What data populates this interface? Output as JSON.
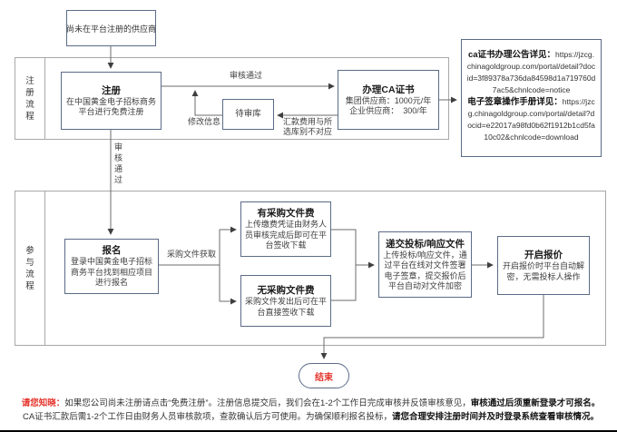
{
  "colors": {
    "accent_red": "#e5332a",
    "box_border": "#5b6b87",
    "section_border": "#a8a8a8",
    "connector_line": "#6b6b6b"
  },
  "start_node": {
    "label": "尚未在平台注册的供应商"
  },
  "section_register": {
    "label": "注册流程",
    "register_box": {
      "title": "注册",
      "body": "在中国黄金电子招标商务平台进行免费注册"
    },
    "audit_pass_label": "审核通过",
    "pending_store_box": {
      "title": "待审库"
    },
    "modify_info_label": "修改信息",
    "remit_mismatch_label": "汇款费用与所选库别不对应",
    "ca_cert_box": {
      "title": "办理CA证书",
      "group_price": "集团供应商：1000元/年",
      "company_price": "企业供应商：  300/年"
    }
  },
  "info_box": {
    "notice_title": "ca证书办理公告详见：",
    "notice_url": "https://jzcg.chinagoldgroup.com/portal/detail?docid=3f89378a736da84598d1a719760d7ac5&chnlcode=notice",
    "manual_title": "电子签章操作手册详见：",
    "manual_url": "https://jzcg.chinagoldgroup.com/portal/detail?docid=e22017a98fd0b62f1912b1cd5fa10c02&chnlcode=download"
  },
  "audit_pass_vertical_label": "审核通过",
  "section_participate": {
    "label": "参与流程",
    "signup_box": {
      "title": "报名",
      "body": "登录中国黄金电子招标商务平台找到相应项目进行报名"
    },
    "doc_fetch_label": "采购文件获取",
    "fee_box": {
      "title": "有采购文件费",
      "body": "上传缴费凭证由财务人员审核完成后即可在平台签收下载"
    },
    "no_fee_box": {
      "title": "无采购文件费",
      "body": "采购文件发出后可在平台直接签收下载"
    },
    "submit_box": {
      "title": "递交投标/响应文件",
      "body": "上传投标/响应文件，通过平台在线对文件签署电子签章，提交报价后平台自动对文件加密"
    },
    "open_bid_box": {
      "title": "开启报价",
      "body": "开启报价时平台自动解密，无需投标人操作"
    }
  },
  "end_node": {
    "label": "结束"
  },
  "footer": {
    "lead": "请您知晓：",
    "text1": "如果您公司尚未注册请点击“免费注册”。注册信息提交后，我们会在1-2个工作日完成审核并反馈审核意见，",
    "bold1": "审核通过后须重新登录才可报名。",
    "text2": "CA证书汇款后需1-2个工作日由财务人员审核款项，查款确认后方可使用。为确保顺利报名投标，",
    "bold2": "请您合理安排注册时间并及时登录系统查看审核情况。"
  }
}
